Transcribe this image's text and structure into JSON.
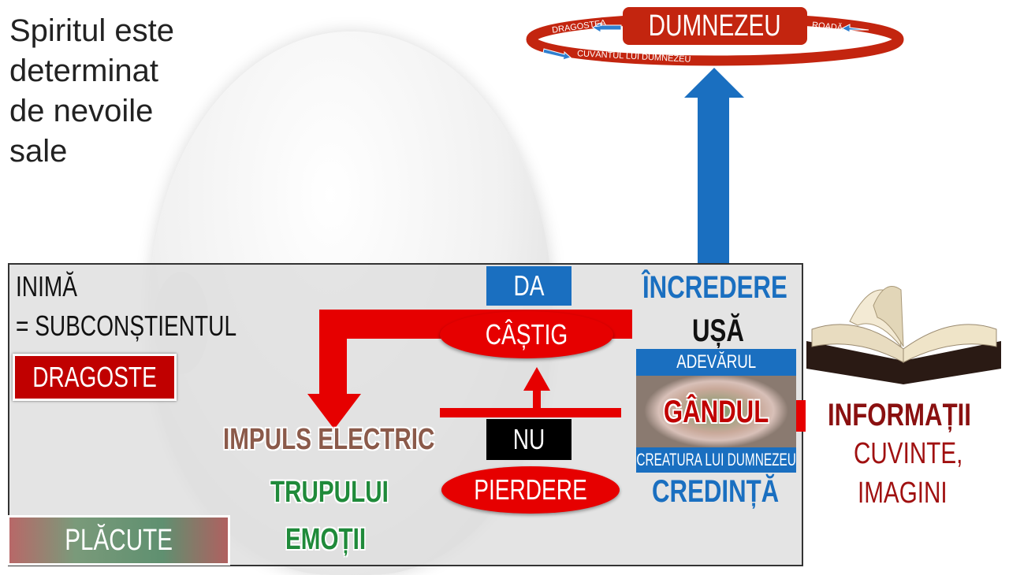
{
  "intro_text": [
    "Spiritul este",
    "determinat",
    "de nevoile",
    "sale"
  ],
  "god": {
    "title": "DUMNEZEU",
    "ring_labels": {
      "left": "DRAGOSTEA",
      "right": "ROADĂ",
      "bottom": "CUVÂNTUL LUI DUMNEZEU"
    }
  },
  "heart": {
    "title": "INIMĂ",
    "subtitle": "= SUBCONȘTIENTUL",
    "love": "DRAGOSTE",
    "pleasant": "PLĂCUTE"
  },
  "decision": {
    "yes": "DA",
    "gain": "CÂȘTIG",
    "no": "NU",
    "loss": "PIERDERE"
  },
  "body_labels": {
    "impulse": "IMPULS ELECTRIC",
    "body": "TRUPULUI",
    "emotions": "EMOȚII"
  },
  "door": {
    "trust": "ÎNCREDERE",
    "door": "UȘĂ",
    "truth": "ADEVĂRUL",
    "thought": "GÂNDUL",
    "creature": "CREATURA LUI DUMNEZEU",
    "faith": "CREDINȚĂ"
  },
  "info": {
    "title": "INFORMAȚII",
    "line1": "CUVINTE,",
    "line2": "IMAGINI"
  },
  "colors": {
    "red": "#e60000",
    "darkred": "#c3250f",
    "blue": "#1a6fc0",
    "green": "#1f8a3a",
    "brown": "#8b5a4a"
  }
}
